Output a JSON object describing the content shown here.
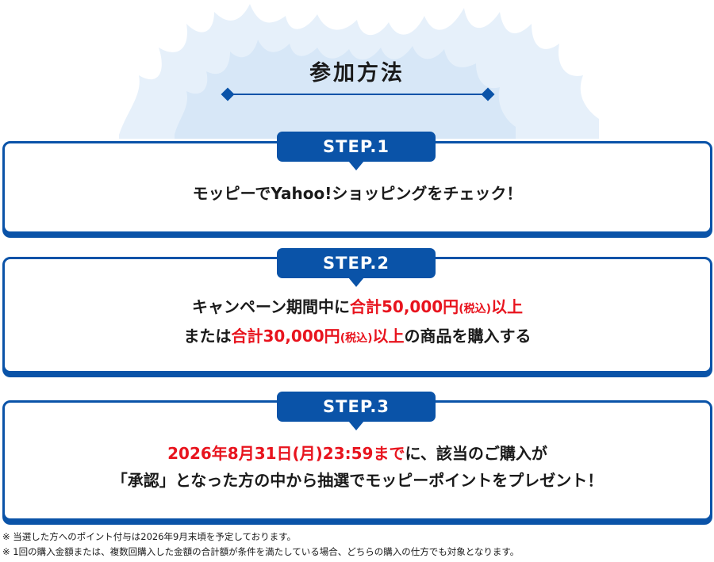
{
  "header": {
    "title": "参加方法"
  },
  "steps": [
    {
      "label": "STEP.1",
      "text": "モッピーでYahoo!ショッピングをチェック！"
    },
    {
      "label": "STEP.2",
      "line1_part1": "キャンペーン期間中に",
      "line1_red1": "合計50,000円",
      "line1_red_small": "(税込)",
      "line1_red2": "以上",
      "line2_part1": "または",
      "line2_red1": "合計30,000円",
      "line2_red_small": "(税込)",
      "line2_red2": "以上",
      "line2_part2": "の商品を購入する"
    },
    {
      "label": "STEP.3",
      "line1_red": "2026年8月31日(月)23:59まで",
      "line1_rest": "に、該当のご購入が",
      "line2": "「承認」となった方の中から抽選でモッピーポイントをプレゼント！"
    }
  ],
  "notes": [
    "※ 当選した方へのポイント付与は2026年9月末頃を予定しております。",
    "※ 1回の購入金額または、複数回購入した金額の合計額が条件を満たしている場合、どちらの購入の仕方でも対象となります。"
  ],
  "colors": {
    "primary": "#0a53a8",
    "accent_red": "#e8141e",
    "flame": "#e3eef9"
  }
}
